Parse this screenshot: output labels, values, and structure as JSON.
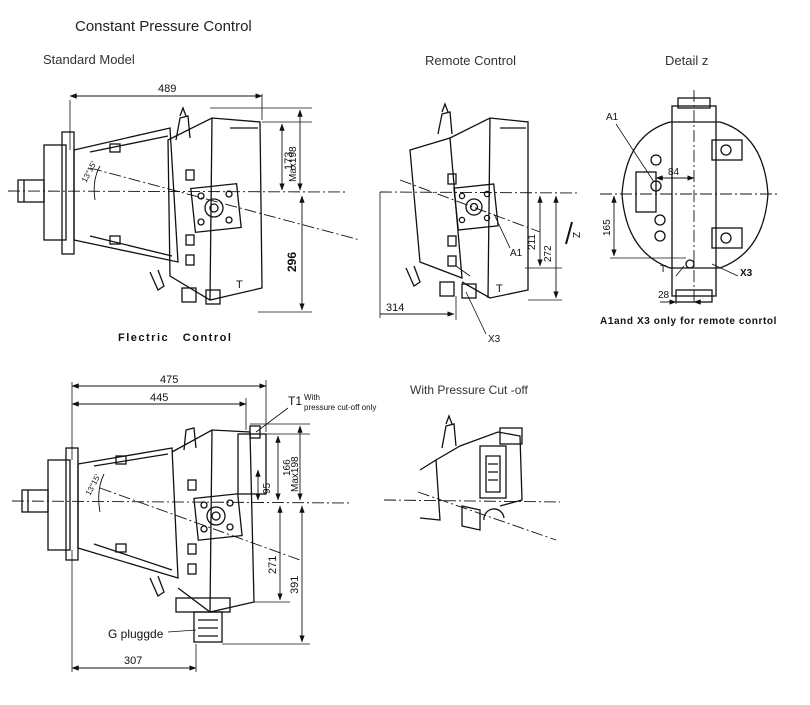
{
  "title": "Constant Pressure Control",
  "views": {
    "standard": "Standard Model",
    "remote": "Remote Control",
    "detail": "Detail z",
    "electric": "Flectric   Control",
    "cutoff": "With Pressure Cut -off"
  },
  "dimensions": {
    "d489": "489",
    "d173": "173",
    "max198a": "Max198",
    "d296": "296",
    "d211": "211",
    "d272": "272",
    "d314": "314",
    "d84": "84",
    "d165": "165",
    "d28": "28",
    "d475": "475",
    "d445": "445",
    "d166": "166",
    "max198b": "Max198",
    "d95": "95",
    "d271": "271",
    "d391": "391",
    "d307": "307"
  },
  "labels": {
    "angle1": "13°15'",
    "angle2": "13°15'",
    "t1": "T",
    "t2": "T",
    "t3": "T",
    "a1_remote": "A1",
    "x3_remote": "X3",
    "z": "Z",
    "a1_detail": "A1",
    "x3_detail": "X3",
    "t_first": "T1",
    "t_first_note1": "With",
    "t_first_note2": "pressure cut-off only",
    "g_plug": "G  pluggde"
  },
  "note": "A1and X3 only for remote conrtol"
}
